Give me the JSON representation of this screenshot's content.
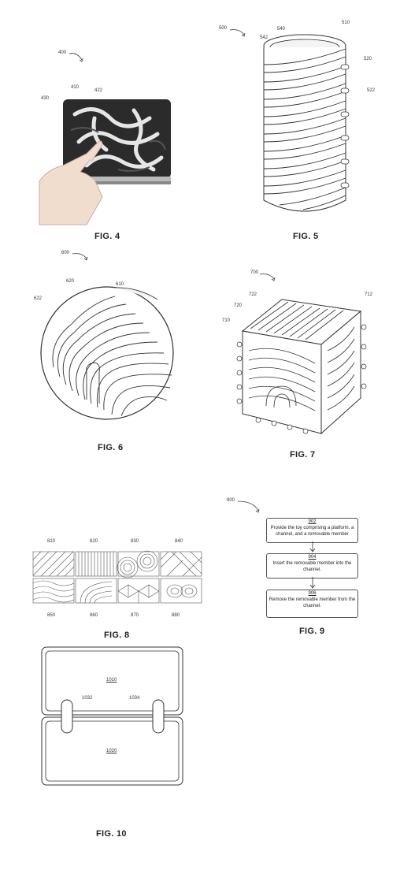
{
  "figures": {
    "fig4": {
      "label": "FIG. 4",
      "refs": [
        "400",
        "410",
        "422",
        "430"
      ]
    },
    "fig5": {
      "label": "FIG. 5",
      "refs": [
        "500",
        "510",
        "520",
        "522",
        "540",
        "542"
      ]
    },
    "fig6": {
      "label": "FIG. 6",
      "refs": [
        "600",
        "610",
        "620",
        "622"
      ]
    },
    "fig7": {
      "label": "FIG. 7",
      "refs": [
        "700",
        "710",
        "712",
        "720",
        "722"
      ]
    },
    "fig8": {
      "label": "FIG. 8",
      "top_refs": [
        "810",
        "820",
        "830",
        "840"
      ],
      "bottom_refs": [
        "850",
        "860",
        "870",
        "880"
      ]
    },
    "fig9": {
      "label": "FIG. 9",
      "ref": "900",
      "steps": [
        {
          "num": "902",
          "text": "Provide the toy comprising a platform, a channel, and a removable member"
        },
        {
          "num": "904",
          "text": "Insert the removable member into the channel."
        },
        {
          "num": "906",
          "text": "Remove the removable member from the channel."
        }
      ]
    },
    "fig10": {
      "label": "FIG. 10",
      "refs": [
        "1010",
        "1020",
        "1032",
        "1034"
      ]
    }
  },
  "colors": {
    "line": "#333333",
    "tray": "#2b2b2b",
    "tube": "#e6e6e6"
  }
}
